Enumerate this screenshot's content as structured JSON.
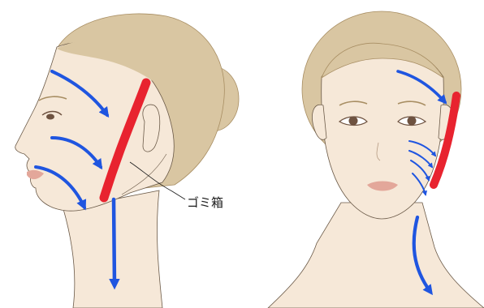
{
  "callout": {
    "label": "ゴミ箱"
  },
  "colors": {
    "skin": "#f6e8d8",
    "skin_shadow": "#ead4bd",
    "hair": "#d9c6a2",
    "hair_dark": "#a88e63",
    "outline": "#6b5a48",
    "lips": "#e3a79a",
    "eye": "#6e5240",
    "flow_arrow": "#1f55e0",
    "drain_line": "#e8232f"
  },
  "icons": {
    "flow_arrows": "arrow-curved-right",
    "drain_line": "red-bar"
  }
}
